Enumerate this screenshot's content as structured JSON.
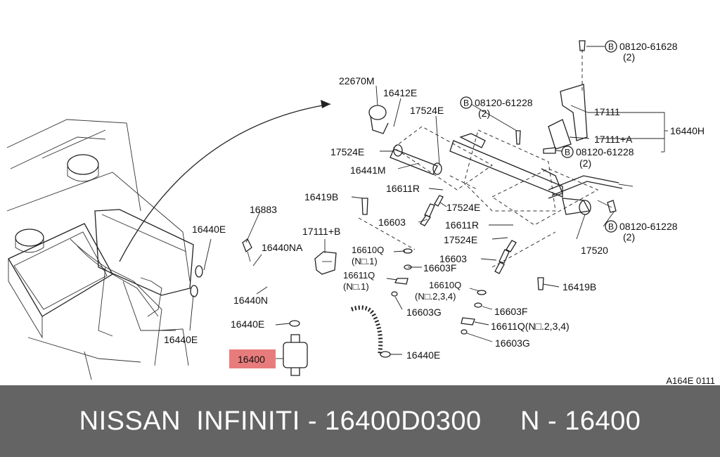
{
  "diagram": {
    "reference_code": "A164E 0111",
    "highlight_color": "#e87c7c",
    "labels": {
      "p22670M": "22670M",
      "p16412E": "16412E",
      "p17524E_top": "17524E",
      "p17524E_left": "17524E",
      "p16441M": "16441M",
      "p16611R_a": "16611R",
      "p17524E_mid": "17524E",
      "p16419B_a": "16419B",
      "p16603_a": "16603",
      "p16611R_b": "16611R",
      "p17524E_low": "17524E",
      "p16610Q_a": "16610Q",
      "p16610Q_a_note": "(N□.1)",
      "p16603F_a": "16603F",
      "p16611Q_a": "16611Q",
      "p16611Q_a_note": "(N□.1)",
      "p16603_b": "16603",
      "p16610Q_b": "16610Q",
      "p16610Q_b_note": "(N□.2,3,4)",
      "p16603G_a": "16603G",
      "p16603F_b": "16603F",
      "p16611Q_b": "16611Q(N□.2,3,4)",
      "p16603G_b": "16603G",
      "p16419B_b": "16419B",
      "p16883": "16883",
      "p16440E_a": "16440E",
      "p16440NA": "16440NA",
      "p17111B": "17111+B",
      "p16440N": "16440N",
      "p16440E_b": "16440E",
      "p16440E_c": "16440E",
      "p16440E_d": "16440E",
      "p16400": "16400",
      "p17111": "17111",
      "p17111A": "17111+A",
      "p16440H": "16440H",
      "p17520": "17520",
      "bolt_a_code": "08120-61628",
      "bolt_a_qty": "(2)",
      "bolt_b_code": "08120-61228",
      "bolt_b_qty": "(2)",
      "bolt_c_code": "08120-61228",
      "bolt_c_qty": "(2)",
      "bolt_d_code": "08120-61228",
      "bolt_d_qty": "(2)",
      "bolt_symbol": "B"
    }
  },
  "footer": {
    "text": "NISSAN  INFINITI - 16400D0300     N - 16400"
  }
}
